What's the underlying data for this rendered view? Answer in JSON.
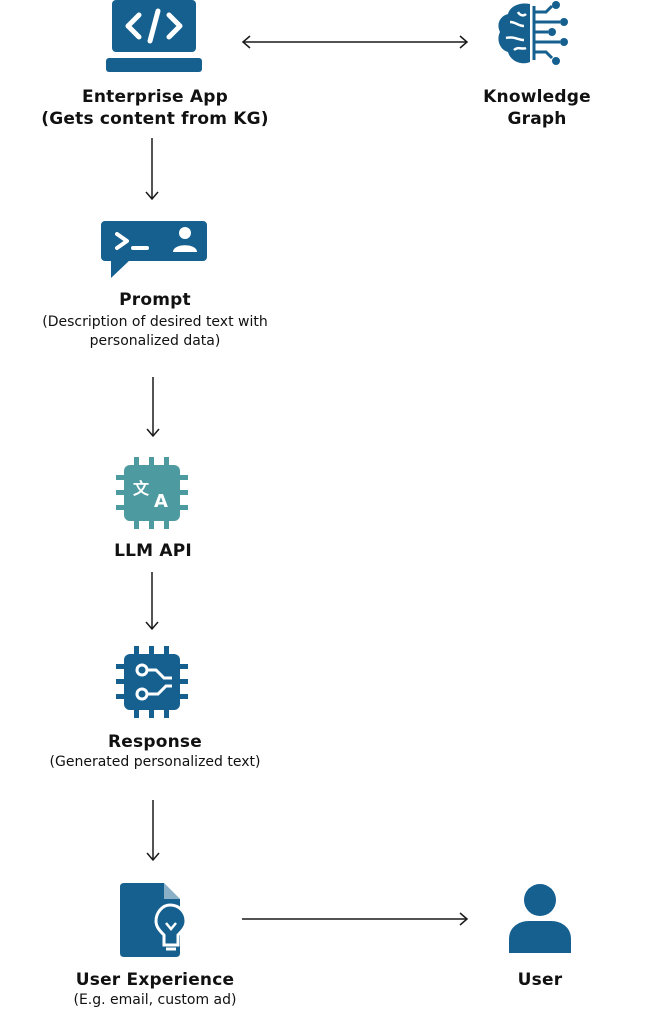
{
  "colors": {
    "primary": "#15608f",
    "teal": "#4d9aa0",
    "arrow": "#1a1a1a"
  },
  "nodes": {
    "enterprise_app": {
      "title": "Enterprise App",
      "subtitle": "(Gets content from KG)",
      "icon": "code-laptop-icon"
    },
    "knowledge_graph": {
      "title_line1": "Knowledge",
      "title_line2": "Graph",
      "icon": "brain-circuit-icon"
    },
    "prompt": {
      "title": "Prompt",
      "subtitle_line1": "(Description of desired text with",
      "subtitle_line2": "personalized data)",
      "icon": "terminal-chat-icon"
    },
    "llm_api": {
      "title": "LLM API",
      "icon": "translate-chip-icon"
    },
    "response": {
      "title": "Response",
      "subtitle": "(Generated personalized text)",
      "icon": "circuit-chip-icon"
    },
    "user_experience": {
      "title": "User Experience",
      "subtitle": "(E.g. email, custom ad)",
      "icon": "document-lightbulb-icon"
    },
    "user": {
      "title": "User",
      "icon": "user-icon"
    }
  }
}
